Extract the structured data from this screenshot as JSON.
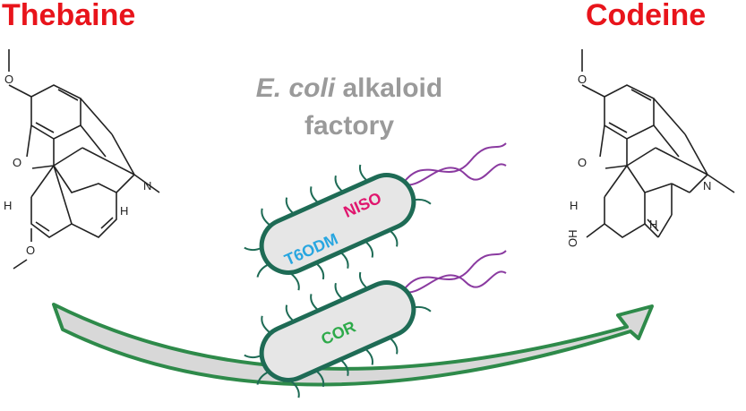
{
  "left_compound": {
    "name": "Thebaine",
    "atoms": [
      "O",
      "O",
      "O",
      "H",
      "H",
      "N"
    ]
  },
  "right_compound": {
    "name": "Codeine",
    "atoms": [
      "O",
      "O",
      "H",
      "H",
      "N",
      "OH"
    ]
  },
  "center_title": {
    "line1_italic": "E. coli",
    "line1_rest": " alkaloid",
    "line2": "factory"
  },
  "bacteria": [
    {
      "labels": [
        {
          "text": "NISO",
          "color": "#e0166e"
        },
        {
          "text": "T6ODM",
          "color": "#28a6e0"
        }
      ]
    },
    {
      "labels": [
        {
          "text": "COR",
          "color": "#2eaa4a"
        }
      ]
    }
  ],
  "colors": {
    "title": "#e8141b",
    "cell_outline": "#1e6b55",
    "flagella": "#8a3aa0",
    "arrow": "#2e8a4a"
  }
}
